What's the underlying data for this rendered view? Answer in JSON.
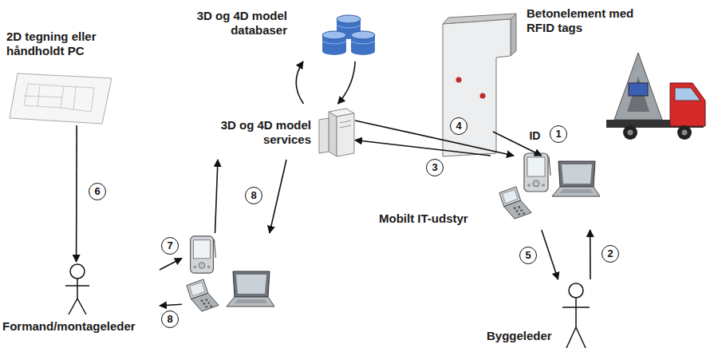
{
  "diagram": {
    "nodes": [
      {
        "text": [
          "3D og 4D model databaser"
        ]
      },
      {
        "text": [
          "Betonelement med RFID tags"
        ]
      },
      {
        "text": [
          "2D tegning eller håndholdt PC"
        ]
      },
      {
        "text": [
          "3D og 4D model services"
        ]
      },
      {
        "text": [
          "Mobilt IT-udstyr"
        ]
      },
      {
        "text": []
      },
      {
        "text": [
          "Formand/montageleder"
        ]
      },
      {
        "text": [
          "Byggeleder"
        ]
      }
    ],
    "edges": [
      {
        "from": 3,
        "to": 0,
        "arrow": "to"
      },
      {
        "from": 0,
        "to": 3,
        "arrow": "to"
      },
      {
        "from": 1,
        "to": 4,
        "label": "ID",
        "arrow": "to"
      },
      {
        "from": 3,
        "to": 4,
        "arrow": "to"
      },
      {
        "from": 4,
        "to": 3,
        "arrow": "to"
      },
      {
        "from": 4,
        "to": 7,
        "arrow": "to"
      },
      {
        "from": 7,
        "to": 4,
        "arrow": "to"
      },
      {
        "from": 2,
        "to": 6,
        "arrow": "to"
      },
      {
        "from": 6,
        "to": 5,
        "arrow": "to"
      },
      {
        "from": 5,
        "to": 6,
        "arrow": "to"
      },
      {
        "from": 3,
        "to": 5,
        "arrow": "to"
      },
      {
        "from": 5,
        "to": 3,
        "arrow": "to"
      }
    ],
    "labels": [
      "1",
      "2",
      "3",
      "4",
      "5",
      "6",
      "7",
      "8",
      "8"
    ]
  }
}
